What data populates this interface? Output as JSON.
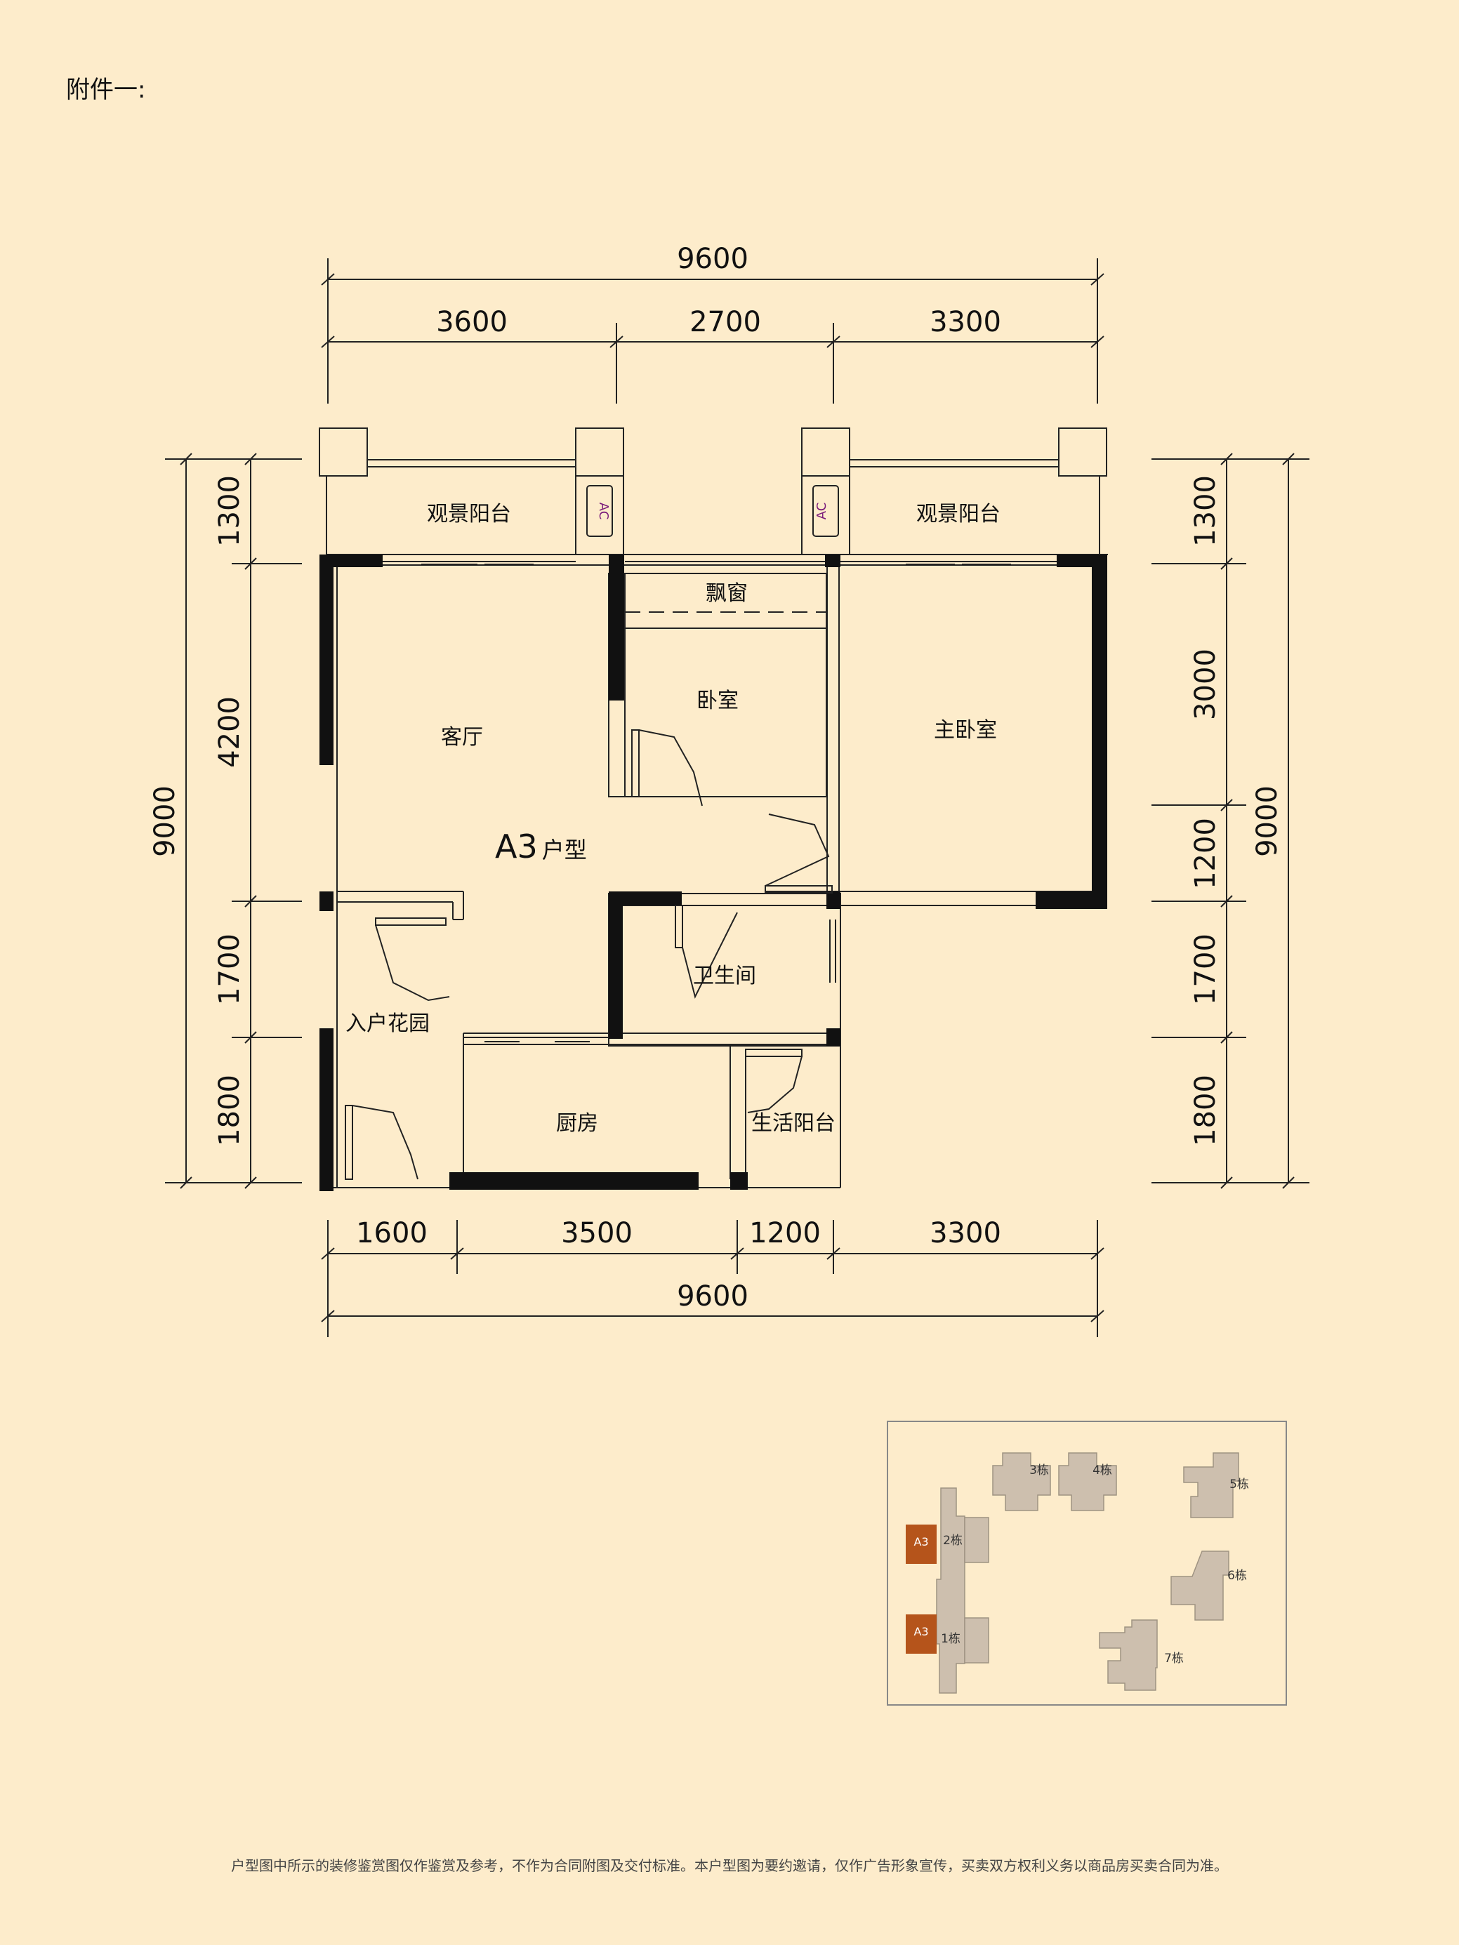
{
  "header": {
    "title": "附件一:"
  },
  "plan": {
    "unit_label": "A3",
    "unit_suffix": "户型",
    "rooms": {
      "balcony_left": "观景阳台",
      "balcony_right": "观景阳台",
      "bay_window": "飘窗",
      "bedroom": "卧室",
      "living_room": "客厅",
      "master_bedroom": "主卧室",
      "bathroom": "卫生间",
      "entry_garden": "入户花园",
      "kitchen": "厨房",
      "utility_balcony": "生活阳台"
    },
    "ac_mark": "AC",
    "dimensions": {
      "top_total": "9600",
      "top_segments": [
        "3600",
        "2700",
        "3300"
      ],
      "bottom_total": "9600",
      "bottom_segments": [
        "1600",
        "3500",
        "1200",
        "3300"
      ],
      "left_total": "9000",
      "left_segments": [
        "1300",
        "4200",
        "1700",
        "1800"
      ],
      "right_total": "9000",
      "right_segments": [
        "1300",
        "3000",
        "1200",
        "1700",
        "1800"
      ]
    }
  },
  "site_map": {
    "buildings": [
      "1栋",
      "2栋",
      "3栋",
      "4栋",
      "5栋",
      "6栋",
      "7栋"
    ],
    "highlight_label": "A3",
    "highlight_color": "#b5541b"
  },
  "footer": {
    "disclaimer": "户型图中所示的装修鉴赏图仅作鉴赏及参考，不作为合同附图及交付标准。本户型图为要约邀请，仅作广告形象宣传，买卖双方权利义务以商品房买卖合同为准。"
  }
}
